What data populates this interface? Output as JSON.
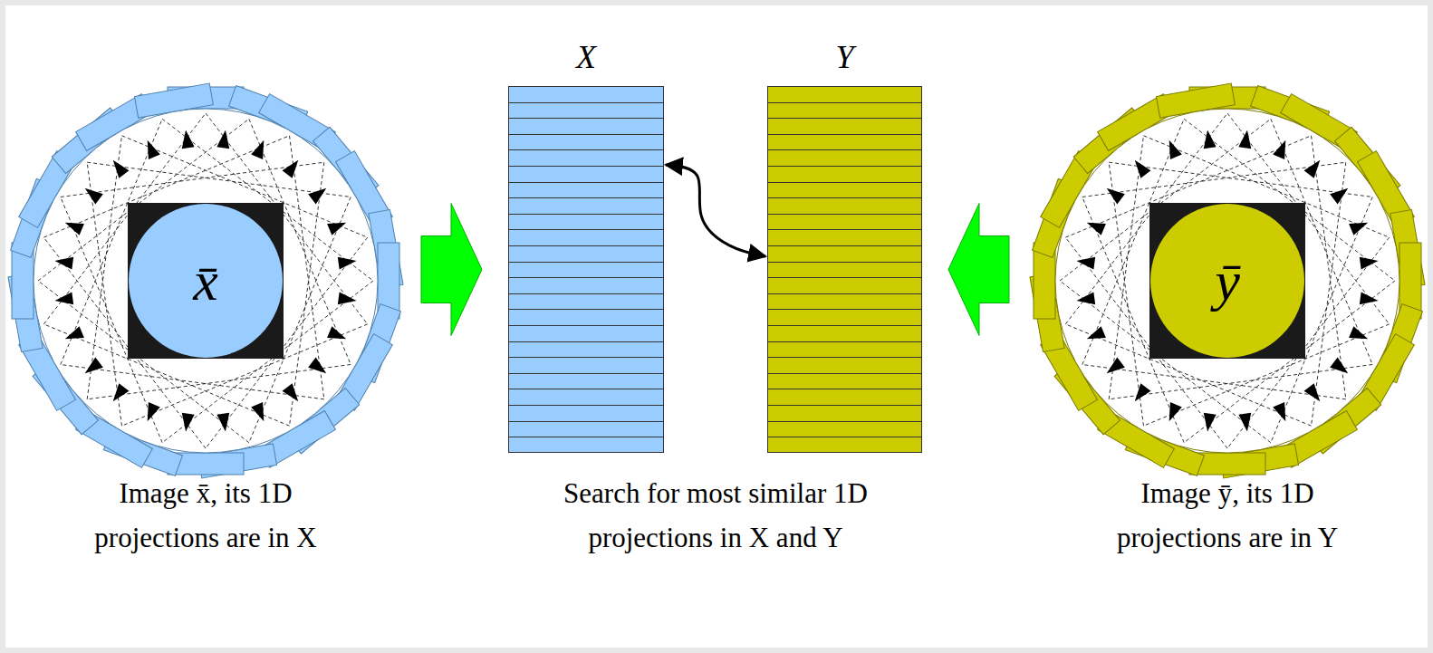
{
  "diagram": {
    "nodes": [
      {
        "text": [
          "x̄"
        ]
      },
      {
        "text": [
          "X"
        ]
      },
      {
        "text": [
          "Y"
        ]
      },
      {
        "text": [
          "ȳ"
        ]
      }
    ],
    "edges": [
      {
        "from": 0,
        "to": 1,
        "arrow": "to"
      },
      {
        "from": 3,
        "to": 2,
        "arrow": "to"
      },
      {
        "from": 1,
        "to": 2,
        "arrow": "both"
      }
    ],
    "labels": [
      "Image x̄, its 1D projections are in X",
      "Search for most similar 1D projections in X and Y",
      "Image ȳ, its 1D projections are in Y"
    ]
  }
}
